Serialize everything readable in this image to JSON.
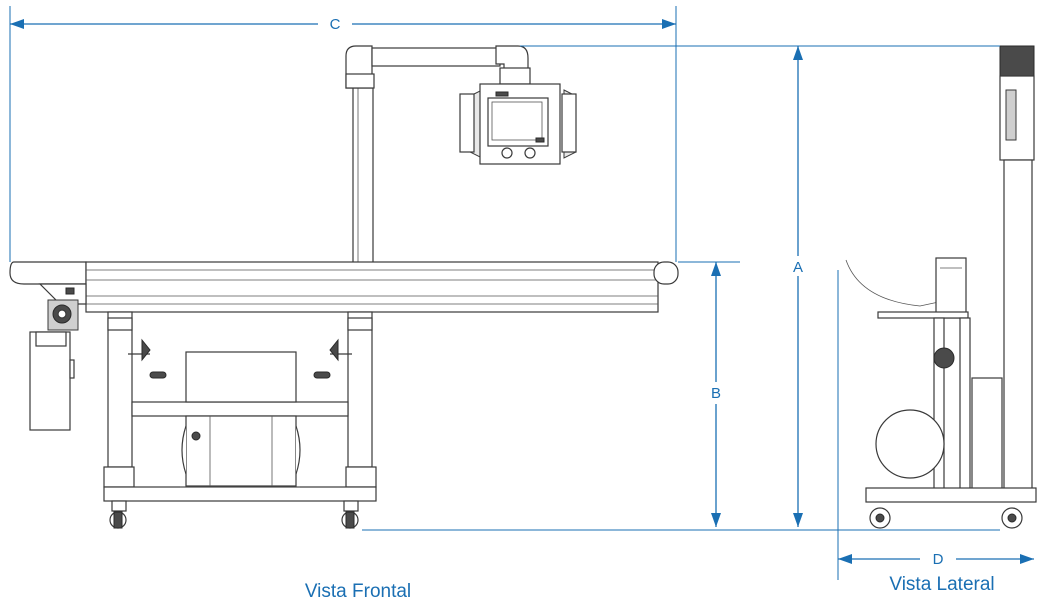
{
  "dimensions": {
    "a": "A",
    "b": "B",
    "c": "C",
    "d": "D"
  },
  "captions": {
    "front": "Vista Frontal",
    "side": "Vista Lateral"
  },
  "colors": {
    "dimension_line": "#1a6fb3",
    "drawing_stroke": "#3a3a3a"
  }
}
